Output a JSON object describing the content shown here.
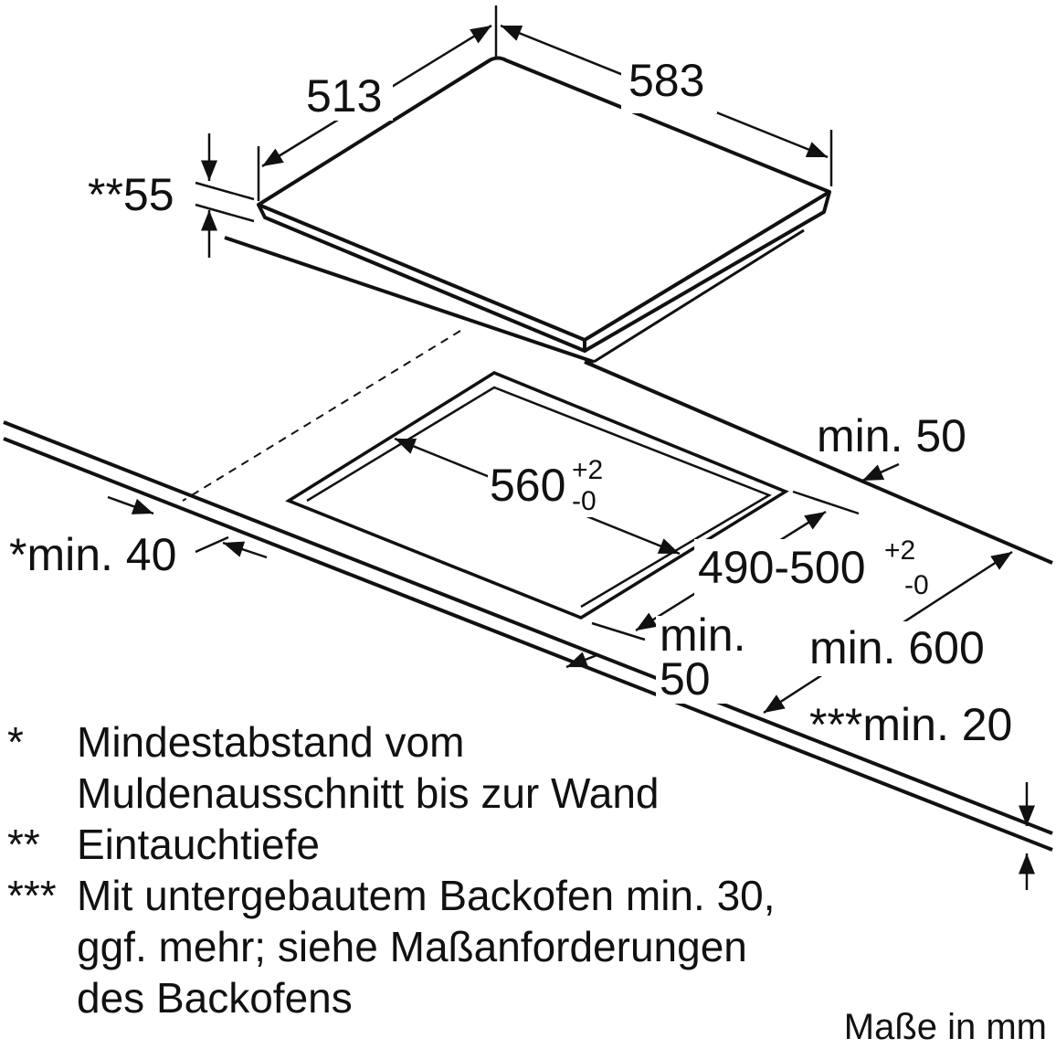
{
  "diagram": {
    "stroke_color": "#111111",
    "background": "#ffffff",
    "dimensions": {
      "depth": "513",
      "width": "583",
      "insertion_depth": "**55",
      "cutout_width": "560",
      "cutout_width_tolerance_top": "+2",
      "cutout_width_tolerance_bottom": "-0",
      "cutout_depth": "490-500",
      "cutout_depth_tolerance_top": "+2",
      "cutout_depth_tolerance_bottom": "-0",
      "min_rear": "min. 50",
      "min_front_line1": "min.",
      "min_front_line2": "50",
      "min_wall": "*min. 40",
      "min_cabinet": "min. 600",
      "min_below": "***min. 20"
    }
  },
  "notes": [
    {
      "mark": "*",
      "lines": [
        "Mindestabstand vom",
        "Muldenausschnitt bis zur Wand"
      ]
    },
    {
      "mark": "**",
      "lines": [
        "Eintauchtiefe"
      ]
    },
    {
      "mark": "***",
      "lines": [
        "Mit untergebautem Backofen min. 30,",
        "ggf. mehr; siehe Maßanforderungen",
        "des Backofens"
      ]
    }
  ],
  "footer": "Maße in mm"
}
